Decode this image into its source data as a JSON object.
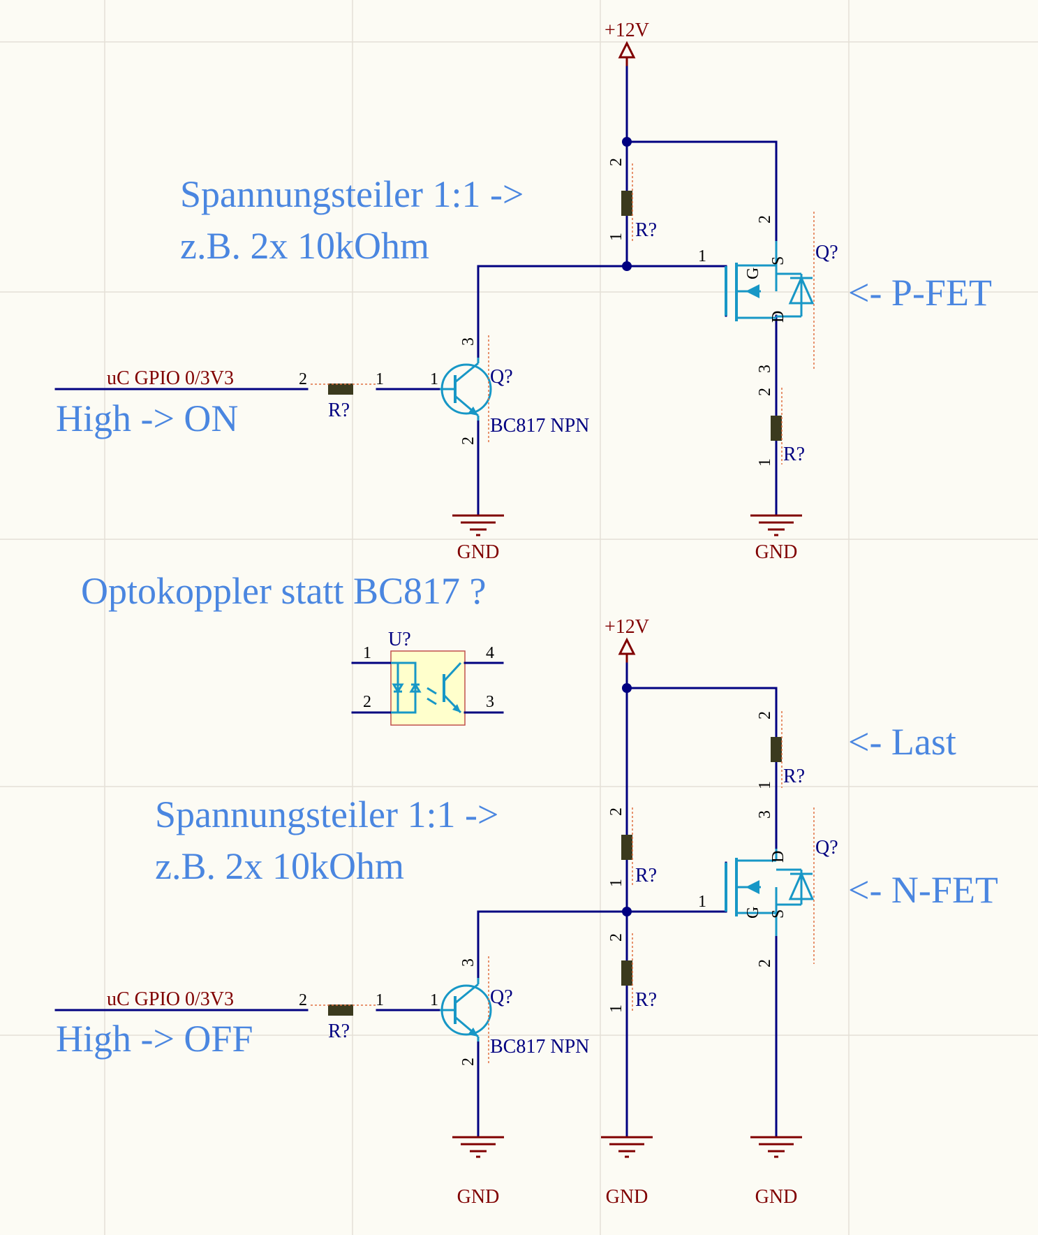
{
  "power": {
    "vcc": "+12V",
    "gnd": "GND"
  },
  "net_label_gpio": "uC GPIO 0/3V3",
  "notes": {
    "divider_line1": "Spannungsteiler 1:1 ->",
    "divider_line2": "z.B. 2x 10kOhm",
    "high_on": "High -> ON",
    "high_off": "High -> OFF",
    "pfet": "<- P-FET",
    "nfet": "<- N-FET",
    "last": "<- Last",
    "opto_question": "Optokoppler statt BC817 ?"
  },
  "designators": {
    "resistor": "R?",
    "transistor": "Q?",
    "opto": "U?"
  },
  "bjt_part": "BC817 NPN",
  "pins": {
    "p1": "1",
    "p2": "2",
    "p3": "3",
    "p4": "4"
  },
  "fet_pins": {
    "gate": "G",
    "source": "S",
    "drain": "D"
  },
  "colors": {
    "wire": "#000080",
    "power": "#800000",
    "note": "#4a86e0",
    "component": "#1797c6",
    "opto_body": "#ffffcc"
  }
}
